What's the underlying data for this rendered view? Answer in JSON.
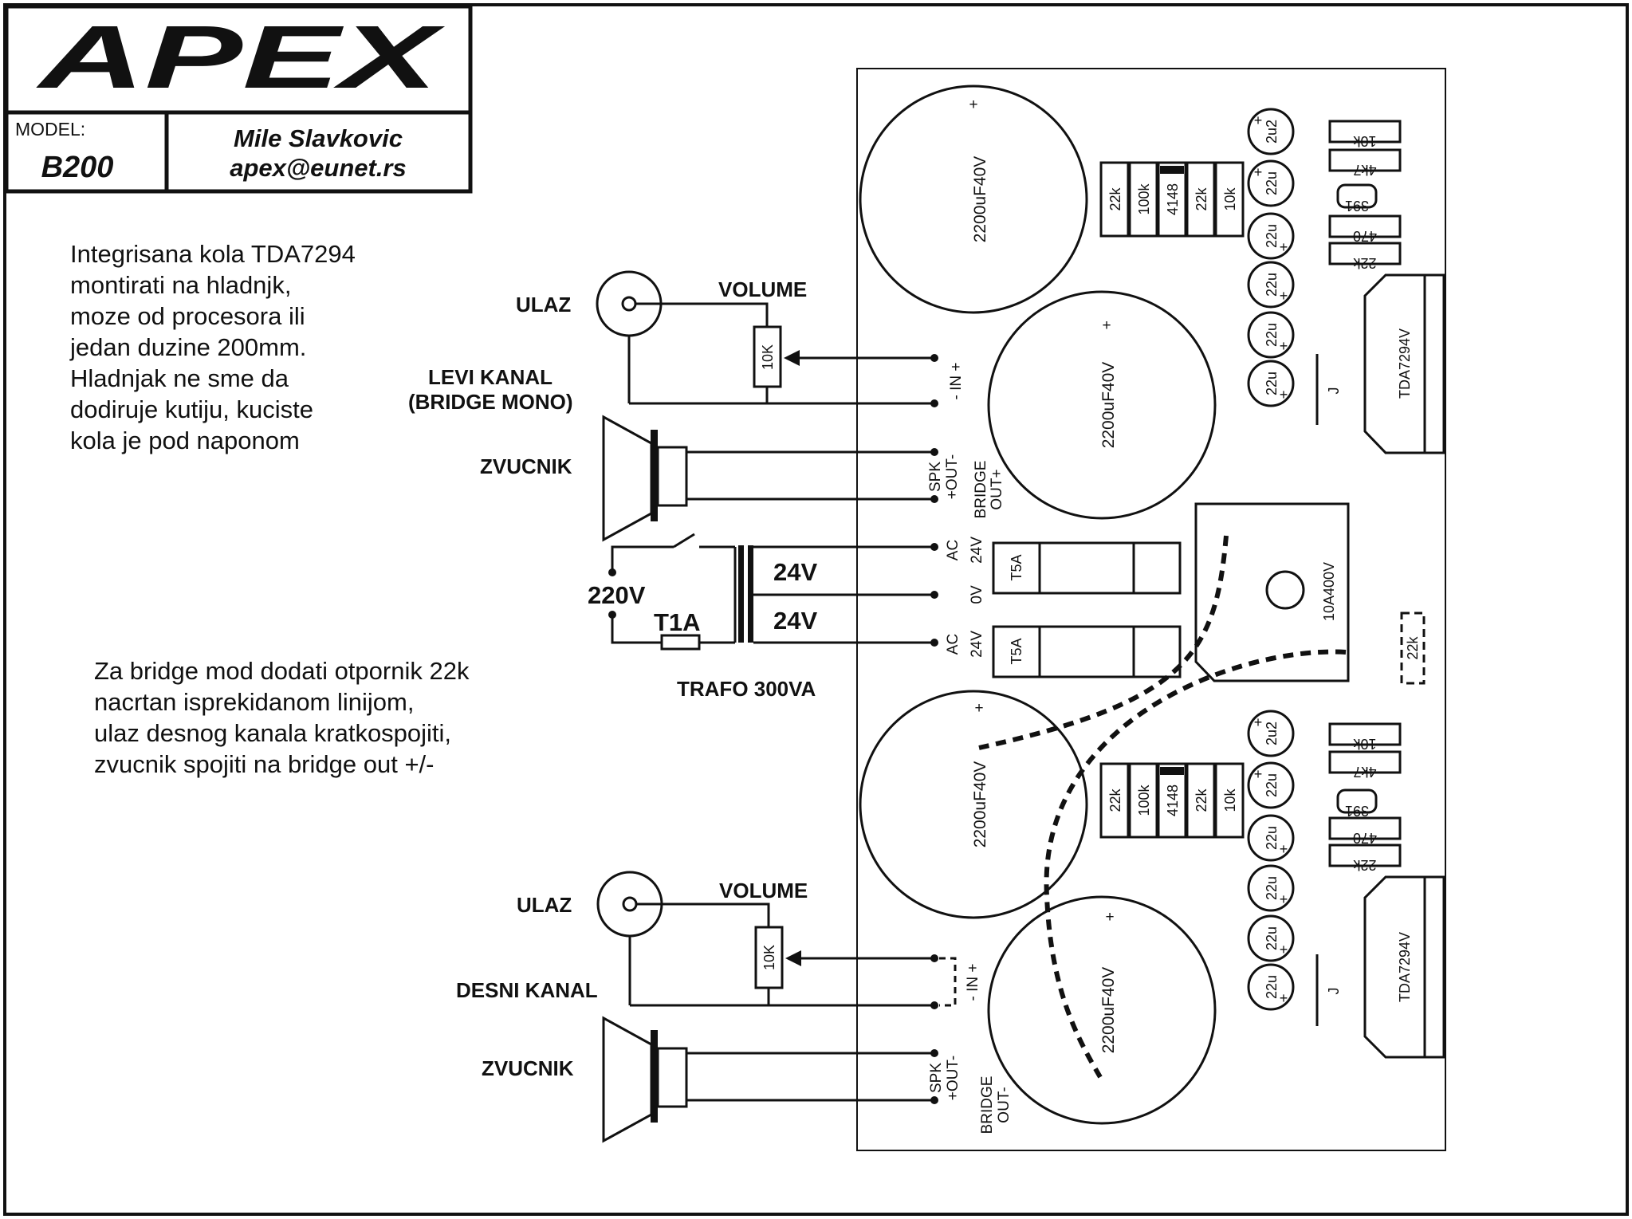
{
  "title_block": {
    "brand": "APEX",
    "model_label": "MODEL:",
    "model_value": "B200",
    "author": "Mile Slavkovic",
    "email": "apex@eunet.rs"
  },
  "notes": {
    "top": [
      "Integrisana kola TDA7294",
      "montirati na hladnjk,",
      "moze od procesora ili",
      "jedan duzine 200mm.",
      "Hladnjak ne sme da",
      "dodiruje kutiju, kuciste",
      "kola je pod naponom"
    ],
    "bridge": [
      "Za bridge mod dodati otpornik 22k",
      "nacrtan isprekidanom linijom,",
      "ulaz desnog kanala kratkospojiti,",
      "zvucnik spojiti na bridge out +/-"
    ]
  },
  "left_channel": {
    "input_label": "ULAZ",
    "volume_label": "VOLUME",
    "pot_value": "10K",
    "channel_label": [
      "LEVI KANAL",
      "(BRIDGE MONO)"
    ],
    "speaker_label": "ZVUCNIK",
    "in_label": "-  IN  +",
    "spk_label": [
      "SPK",
      "+OUT-"
    ],
    "bridge_label": [
      "BRIDGE",
      "OUT+"
    ]
  },
  "right_channel": {
    "input_label": "ULAZ",
    "volume_label": "VOLUME",
    "pot_value": "10K",
    "channel_label": "DESNI KANAL",
    "speaker_label": "ZVUCNIK",
    "in_label": "-  IN  +",
    "spk_label": [
      "SPK",
      "+OUT-"
    ],
    "bridge_label": [
      "BRIDGE",
      "OUT-"
    ]
  },
  "power": {
    "mains": "220V",
    "fuse": "T1A",
    "sec_top": "24V",
    "sec_bottom": "24V",
    "transformer": "TRAFO 300VA",
    "ac_top": [
      "AC",
      "24V"
    ],
    "zero": "0V",
    "ac_bottom": [
      "AC",
      "24V"
    ]
  },
  "board": {
    "cap_big": "2200uF40V",
    "cap_plus": "+",
    "fuse": "T5A",
    "bridge_rect": "10A400V",
    "bridge_resistor": "22k",
    "ic": "TDA7294V",
    "jumper": "J",
    "resistor_row": [
      "22k",
      "100k",
      "4148",
      "22k",
      "10k"
    ],
    "small_caps": [
      "2u2",
      "22u",
      "22u",
      "22u",
      "22u",
      "22u"
    ],
    "right_parts": [
      "10k",
      "4k7",
      "391",
      "470",
      "22k"
    ]
  }
}
